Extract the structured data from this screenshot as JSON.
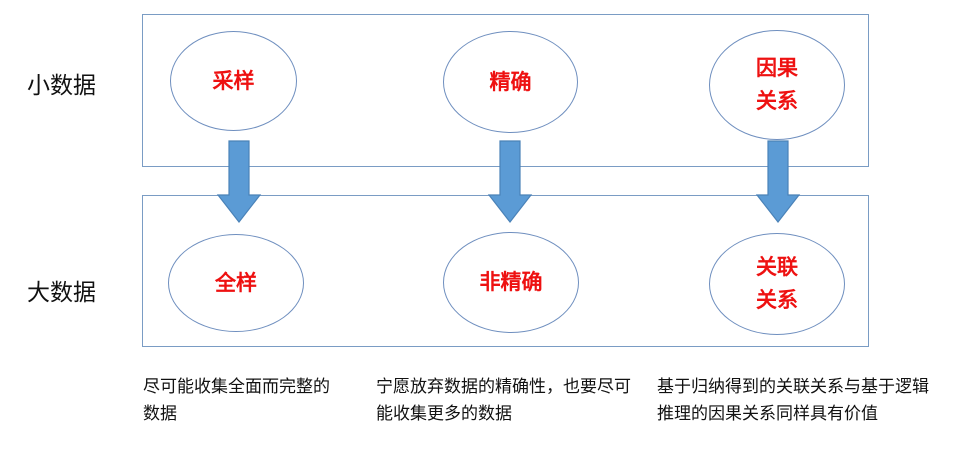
{
  "rows": {
    "small_data_label": "小数据",
    "big_data_label": "大数据"
  },
  "small_data": {
    "item1": "采样",
    "item2": "精确",
    "item3": "因果\n关系"
  },
  "big_data": {
    "item1": "全样",
    "item2": "非精确",
    "item3": "关联\n关系"
  },
  "descriptions": {
    "desc1": "尽可能收集全面而完整的数据",
    "desc2": "宁愿放弃数据的精确性，也要尽可能收集更多的数据",
    "desc3": "基于归纳得到的关联关系与基于逻辑推理的因果关系同样具有价值"
  },
  "colors": {
    "panel_border": "#7a9cc4",
    "ellipse_border": "#6f8fbf",
    "text_highlight": "#ee1111",
    "arrow_fill": "#5b9bd5",
    "arrow_stroke": "#4a82b8"
  }
}
